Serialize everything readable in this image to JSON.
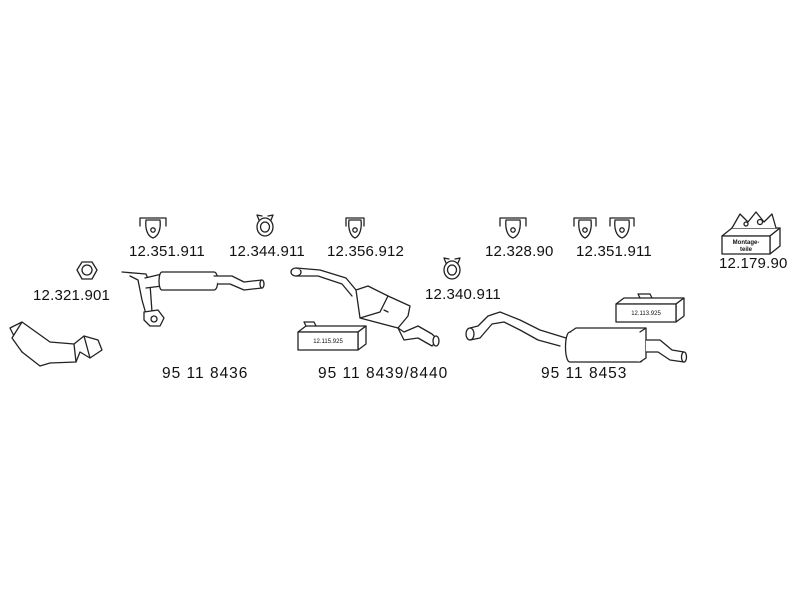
{
  "hardware_labels": {
    "hanger_1": "12.351.911",
    "clamp_1": "12.344.911",
    "hanger_2": "12.356.912",
    "hanger_3": "12.328.90",
    "hanger_4": "12.351.911",
    "mount_kit": "12.179.90",
    "ring_1": "12.321.901",
    "clamp_2": "12.340.911"
  },
  "part_numbers": {
    "front_pipe": "95 11 8436",
    "middle_silencer": "95 11 8439/8440",
    "rear_silencer": "95 11 8453"
  },
  "box_labels": {
    "box_middle": "12.115.925",
    "box_rear": "12.113.925",
    "kit_line1": "Montage-",
    "kit_line2": "teile"
  },
  "colors": {
    "line": "#222222",
    "fill": "#ffffff",
    "shadow": "#555555"
  },
  "icons": [
    "rubber-hanger-icon",
    "pipe-clamp-icon",
    "sealing-ring-icon",
    "mounting-kit-icon",
    "part-box-icon"
  ]
}
